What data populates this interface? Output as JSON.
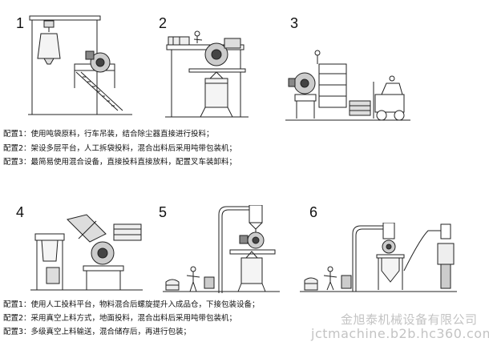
{
  "steps": [
    {
      "number": "1"
    },
    {
      "number": "2"
    },
    {
      "number": "3"
    },
    {
      "number": "4"
    },
    {
      "number": "5"
    },
    {
      "number": "6"
    }
  ],
  "captions_top": [
    "配置1：使用吨袋原料，行车吊装，结合除尘器直接进行投料；",
    "配置2：架设多层平台，人工拆袋投料，混合出料后采用吨带包装机；",
    "配置3：最简易使用混合设备，直接投料直接放料，配置叉车装卸料；"
  ],
  "captions_bottom": [
    "配置1：使用人工投料平台，物料混合后螺旋提升入成品仓，下接包装设备；",
    "配置2：采用真空上料方式，地面投料，混合出料后采用吨带包装机；",
    "配置3：多级真空上料输送，混合储存后，再进行包装；"
  ],
  "watermark": {
    "company": "金旭泰机械设备有限公司",
    "url": "jctmachine.b2b.hc360.com"
  },
  "colors": {
    "line": "#222222",
    "text": "#111111",
    "watermark": "#b9b9b9"
  }
}
